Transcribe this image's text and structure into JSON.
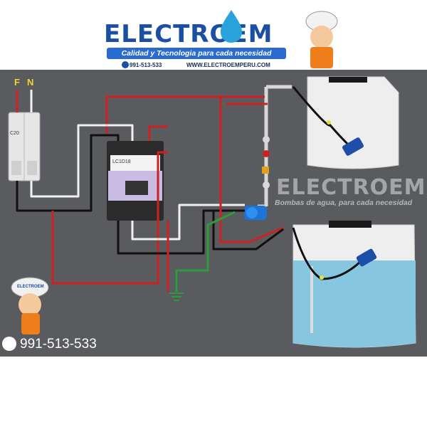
{
  "header": {
    "brand": "ELECTROEM",
    "tagline": "Calidad y Tecnologia para cada necesidad",
    "phone": "991-513-533",
    "website": "WWW.ELECTROEMPERU.COM"
  },
  "watermark": {
    "brand": "ELECTROEM",
    "tagline": "Bombas de agua, para cada necesidad"
  },
  "mascot_badge": "ELECTROEM",
  "terminals": {
    "phase": "F",
    "neutral": "N"
  },
  "breaker": {
    "rating": "C20"
  },
  "contactor": {
    "model": "LC1D18"
  },
  "contact_phone": "991-513-533",
  "icons": [
    "phone-icon",
    "water-drop-icon",
    "mascot-icon",
    "ground-icon",
    "pump-icon"
  ],
  "colors": {
    "wire_phase": "#cc2222",
    "wire_neutral": "#f0f0f0",
    "wire_control": "#111111",
    "wire_ground": "#2e9b3a",
    "water": "#86c6df",
    "brand_blue": "#1a4fa3"
  }
}
